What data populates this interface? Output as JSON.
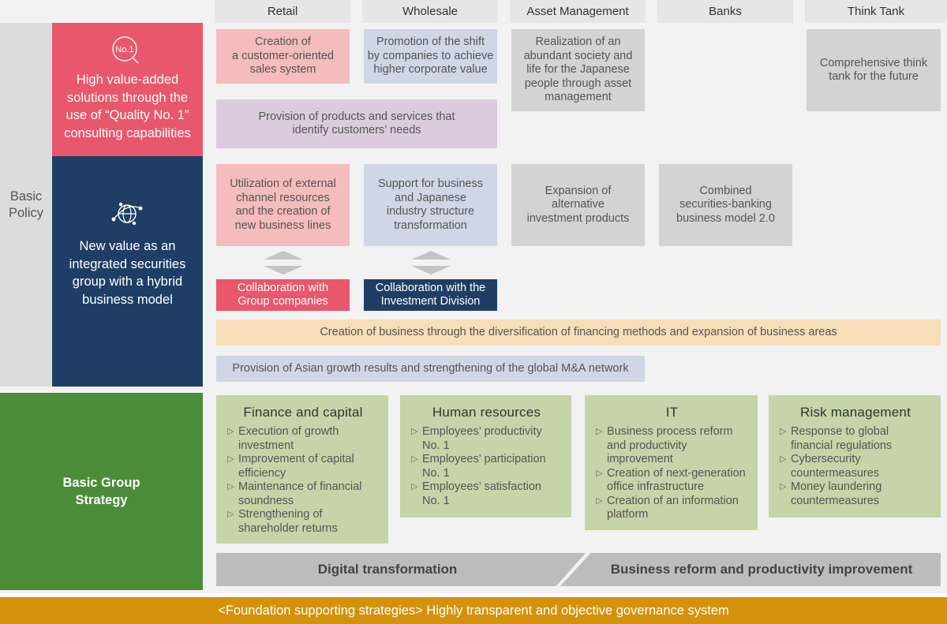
{
  "headers": [
    "Retail",
    "Wholesale",
    "Asset Management",
    "Banks",
    "Think Tank"
  ],
  "basic_policy": {
    "label": "Basic\nPolicy"
  },
  "policy_top": {
    "badge": "No.1",
    "title": "High value-added solutions through the use of “Quality No. 1” consulting capabilities",
    "color": "#e8576b"
  },
  "policy_bottom": {
    "title": "New value as an integrated securities group with a hybrid business model",
    "color": "#203e65"
  },
  "top_boxes": {
    "retail": "Creation of\na customer-oriented\nsales system",
    "wholesale": "Promotion of the shift\nby companies to achieve\nhigher corporate value",
    "asset_management": "Realization of an\nabundant society and\nlife for the Japanese\npeople through asset\nmanagement",
    "think_tank": "Comprehensive think\ntank for the future",
    "products": "Provision of products and services that\nidentify customers’ needs"
  },
  "mid_boxes": {
    "retail": "Utilization of external\nchannel resources\nand the creation of\nnew business lines",
    "wholesale": "Support for business\nand Japanese\nindustry structure\ntransformation",
    "asset_management": "Expansion of\nalternative\ninvestment products",
    "banks": "Combined\nsecurities-banking\nbusiness model 2.0",
    "collab_group": "Collaboration with\nGroup companies",
    "collab_investment": "Collaboration with the\nInvestment Division",
    "financing": "Creation of business through the diversification of financing methods and expansion of business areas",
    "asia": "Provision of Asian growth results and strengthening of the global M&A network"
  },
  "group_strategy": {
    "label": "Basic Group\nStrategy",
    "color": "#4a8c38",
    "boxes": [
      {
        "title": "Finance and capital",
        "items": [
          "Execution of growth\ninvestment",
          "Improvement of capital\nefficiency",
          "Maintenance of financial\nsoundness",
          "Strengthening of\nshareholder returns"
        ]
      },
      {
        "title": "Human resources",
        "items": [
          "Employees’ productivity\nNo. 1",
          "Employees’ participation\nNo. 1",
          "Employees’ satisfaction\nNo. 1"
        ]
      },
      {
        "title": "IT",
        "items": [
          "Business process reform\nand productivity\nimprovement",
          "Creation of next-generation\noffice infrastructure",
          "Creation of an information\nplatform"
        ]
      },
      {
        "title": "Risk management",
        "items": [
          "Response to global\nfinancial regulations",
          "Cybersecurity\ncountermeasures",
          "Money laundering\ncountermeasures"
        ]
      }
    ]
  },
  "bottom_bars": {
    "digital": "Digital transformation",
    "reform": "Business reform and productivity improvement"
  },
  "foundation": {
    "text": "<Foundation supporting strategies> Highly transparent and objective governance system",
    "color": "#d4920c"
  }
}
